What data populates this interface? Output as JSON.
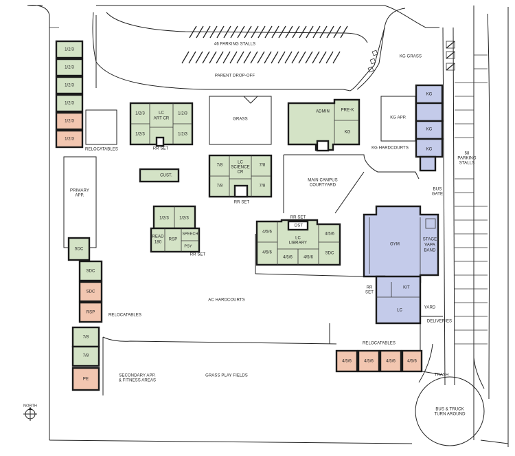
{
  "labels": {
    "parking_46": "46 PARKING STALLS",
    "parent_dropoff": "PARENT DROP-OFF",
    "kg_grass": "KG GRASS",
    "grass": "GRASS",
    "kg_app": "KG APP.",
    "kg_hardcourts": "KG HARDCOURTS",
    "parking_58_line1": "58",
    "parking_58_line2": "PARKING",
    "parking_58_line3": "STALLS",
    "main_courtyard_line1": "MAIN CAMPUS",
    "main_courtyard_line2": "COURTYARD",
    "bus_gate_line1": "BUS",
    "bus_gate_line2": "GATE",
    "relocatables_top": "RELOCATABLES",
    "relocatables_left": "RELOCATABLES",
    "relocatables_bottom": "RELOCATABLES",
    "primary_app_line1": "PRIMARY",
    "primary_app_line2": "APP.",
    "rr_set_1": "RR SET",
    "rr_set_2": "RR SET",
    "rr_set_3": "RR SET",
    "rr_set_4": "RR SET",
    "rr_set_5_line1": "RR",
    "rr_set_5_line2": "SET",
    "ac_hardcourts": "AC HARDCOURTS",
    "yard": "YARD",
    "deliveries": "DELIVERIES",
    "trash": "TRASH",
    "secondary_app_line1": "SECONDARY APP.",
    "secondary_app_line2": "& FITNESS AREAS",
    "grass_play_fields": "GRASS PLAY FIELDS",
    "bus_truck_line1": "BUS & TRUCK",
    "bus_truck_line2": "TURN AROUND",
    "north": "NORTH"
  },
  "rooms": {
    "left_col_1": "1/2/3",
    "left_col_2": "1/2/3",
    "left_col_3": "1/2/3",
    "left_col_4": "1/2/3",
    "left_col_5": "1/2/3",
    "left_col_6": "1/2/3",
    "artcr_1": "1/2/3",
    "artcr_2": "1/2/3",
    "artcr_3": "1/2/3",
    "artcr_4": "1/2/3",
    "artcr_center_line1": "LC",
    "artcr_center_line2": "ART CR",
    "admin": "ADMIN",
    "prek": "PRE-K",
    "kg_main": "KG",
    "kg_right_1": "KG",
    "kg_right_2": "KG",
    "kg_right_3": "KG",
    "cust": "CUST.",
    "sci_1": "7/8",
    "sci_2": "7/8",
    "sci_3": "7/8",
    "sci_4": "7/8",
    "sci_center_line1": "LC",
    "sci_center_line2": "SCIENCE",
    "sci_center_line3": "CR",
    "read_1": "1/2/3",
    "read_2": "1/2/3",
    "read180_line1": "READ",
    "read180_line2": "180",
    "rsp_small": "RSP",
    "speech": "SPEECH",
    "psy": "PSY",
    "dst": "DST",
    "lib_1": "4/5/6",
    "lib_2": "4/5/6",
    "lib_3": "4/5/6",
    "lib_4": "4/5/6",
    "lib_5": "4/5/6",
    "lib_center_line1": "LC",
    "lib_center_line2": "LIBRARY",
    "lib_sdc": "SDC",
    "gym": "GYM",
    "stage_line1": "STAGE",
    "stage_line2": "VAPA",
    "stage_line3": "BAND",
    "kit": "KIT",
    "lc_gym": "LC",
    "sdc_solo": "SDC",
    "reloc_sdc_1": "SDC",
    "reloc_sdc_2": "SDC",
    "reloc_rsp": "RSP",
    "reloc_78_1": "7/8",
    "reloc_78_2": "7/8",
    "reloc_pe": "PE",
    "bottom_1": "4/5/6",
    "bottom_2": "4/5/6",
    "bottom_3": "4/5/6",
    "bottom_4": "4/5/6"
  },
  "colors": {
    "existing_green": "#d4e3c6",
    "relocatable_orange": "#f2c6b0",
    "gym_blue": "#c4cbea",
    "outline": "#1a1a1a"
  }
}
